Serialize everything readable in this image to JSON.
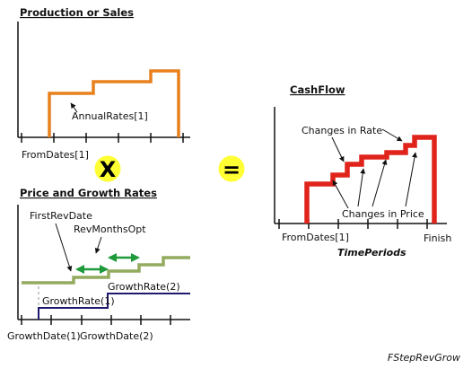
{
  "titles": {
    "production": "Production or Sales",
    "price_growth": "Price and Growth Rates",
    "cashflow": "CashFlow"
  },
  "labels": {
    "annual_rates": "AnnualRates[1]",
    "from_dates_left": "FromDates[1]",
    "first_rev_date": "FirstRevDate",
    "rev_months_opt": "RevMonthsOpt",
    "growth_rate_1": "GrowthRate(1)",
    "growth_rate_2": "GrowthRate(2)",
    "growth_date_1": "GrowthDate(1)",
    "growth_date_2": "GrowthDate(2)",
    "changes_in_rate": "Changes in Rate",
    "changes_in_price": "Changes in Price",
    "from_dates_right": "FromDates[1]",
    "finish": "Finish",
    "time_periods": "TimePeriods",
    "figure_id": "FStepRevGrow"
  },
  "operators": {
    "multiply": "X",
    "equals": "="
  },
  "colors": {
    "production_line": "#e8801e",
    "growth_line": "#93ab5e",
    "growth_rate_line": "#1f1a6e",
    "cashflow_line": "#e0241c",
    "arrow_green": "#1f9a3a",
    "operator_circle": "#ffff33",
    "axis": "#111111",
    "dashed_marker": "#b9b9b9"
  },
  "icons": {
    "multiply": "multiply-sign",
    "equals": "equals-sign"
  }
}
